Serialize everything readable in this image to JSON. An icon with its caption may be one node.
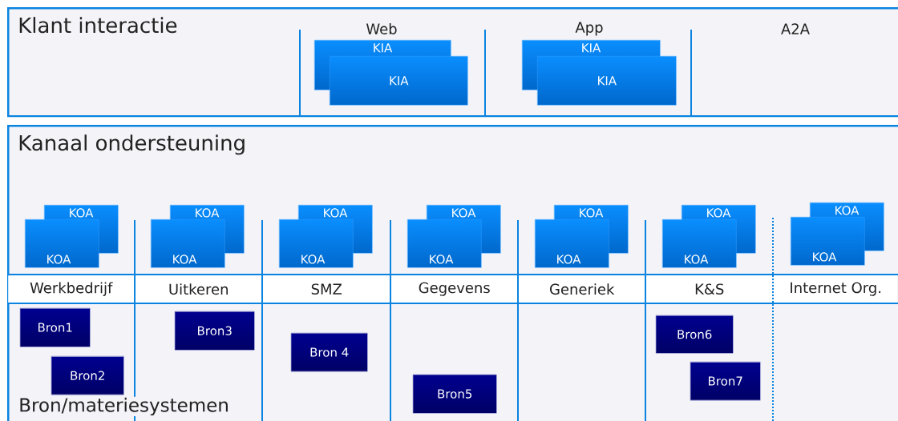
{
  "diagram": {
    "nodes": [
      {
        "text": [
          "Klant interactie"
        ]
      },
      {
        "text": [
          "KIA"
        ],
        "in": 0
      },
      {
        "text": [
          "KIA"
        ],
        "in": 0
      },
      {
        "text": [
          "KIA"
        ],
        "in": 0
      },
      {
        "text": [
          "KIA"
        ],
        "in": 0
      },
      {
        "text": [
          "Kanaal ondersteuning"
        ]
      },
      {
        "text": [
          "KOA"
        ],
        "in": 5
      },
      {
        "text": [
          "KOA"
        ],
        "in": 5
      },
      {
        "text": [
          "KOA"
        ],
        "in": 5
      },
      {
        "text": [
          "KOA"
        ],
        "in": 5
      },
      {
        "text": [
          "KOA"
        ],
        "in": 5
      },
      {
        "text": [
          "KOA"
        ],
        "in": 5
      },
      {
        "text": [
          "KOA"
        ],
        "in": 5
      },
      {
        "text": [
          "KOA"
        ],
        "in": 5
      },
      {
        "text": [
          "KOA"
        ],
        "in": 5
      },
      {
        "text": [
          "KOA"
        ],
        "in": 5
      },
      {
        "text": [
          "KOA"
        ],
        "in": 5
      },
      {
        "text": [
          "KOA"
        ],
        "in": 5
      },
      {
        "text": [
          "KOA"
        ],
        "in": 5
      },
      {
        "text": [
          "KOA"
        ],
        "in": 5
      },
      {
        "text": [
          "Werkbedrijf"
        ],
        "in": 5
      },
      {
        "text": [
          "Uitkeren"
        ],
        "in": 5
      },
      {
        "text": [
          "SMZ"
        ],
        "in": 5
      },
      {
        "text": [
          "Gegevens"
        ],
        "in": 5
      },
      {
        "text": [
          "Generiek"
        ],
        "in": 5
      },
      {
        "text": [
          "K&S"
        ],
        "in": 5
      },
      {
        "text": [
          "Internet Org."
        ],
        "in": 5
      },
      {
        "text": [
          "Bron1"
        ],
        "in": 5
      },
      {
        "text": [
          "Bron2"
        ],
        "in": 5
      },
      {
        "text": [
          "Bron3"
        ],
        "in": 5
      },
      {
        "text": [
          "Bron 4"
        ],
        "in": 5
      },
      {
        "text": [
          "Bron5"
        ],
        "in": 5
      },
      {
        "text": [
          "Bron6"
        ],
        "in": 5
      },
      {
        "text": [
          "Bron7"
        ],
        "in": 5
      }
    ],
    "labels": [
      "Web",
      "App",
      "A2A",
      "Bron/materiesystemen"
    ]
  }
}
